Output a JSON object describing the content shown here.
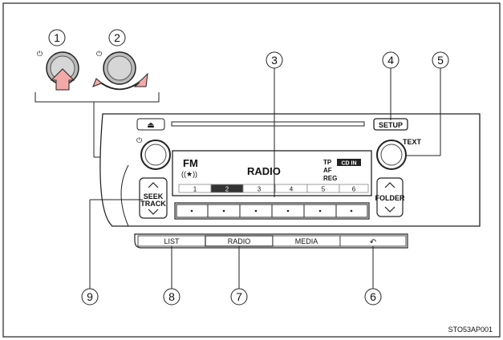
{
  "callouts": [
    "1",
    "2",
    "3",
    "4",
    "5",
    "6",
    "7",
    "8",
    "9"
  ],
  "display": {
    "band": "FM",
    "source": "RADIO",
    "tp": "TP",
    "cd_in": "CD IN",
    "af": "AF",
    "reg": "REG",
    "presets": [
      "1",
      "2",
      "3",
      "4",
      "5",
      "6"
    ]
  },
  "buttons": {
    "setup": "SETUP",
    "text": "TEXT",
    "seek": "SEEK",
    "track": "TRACK",
    "folder": "FOLDER",
    "list": "LIST",
    "radio": "RADIO",
    "media": "MEDIA",
    "back": "↶",
    "eject": "⏏",
    "power": "⏻"
  },
  "ref_code": "STO53AP001"
}
